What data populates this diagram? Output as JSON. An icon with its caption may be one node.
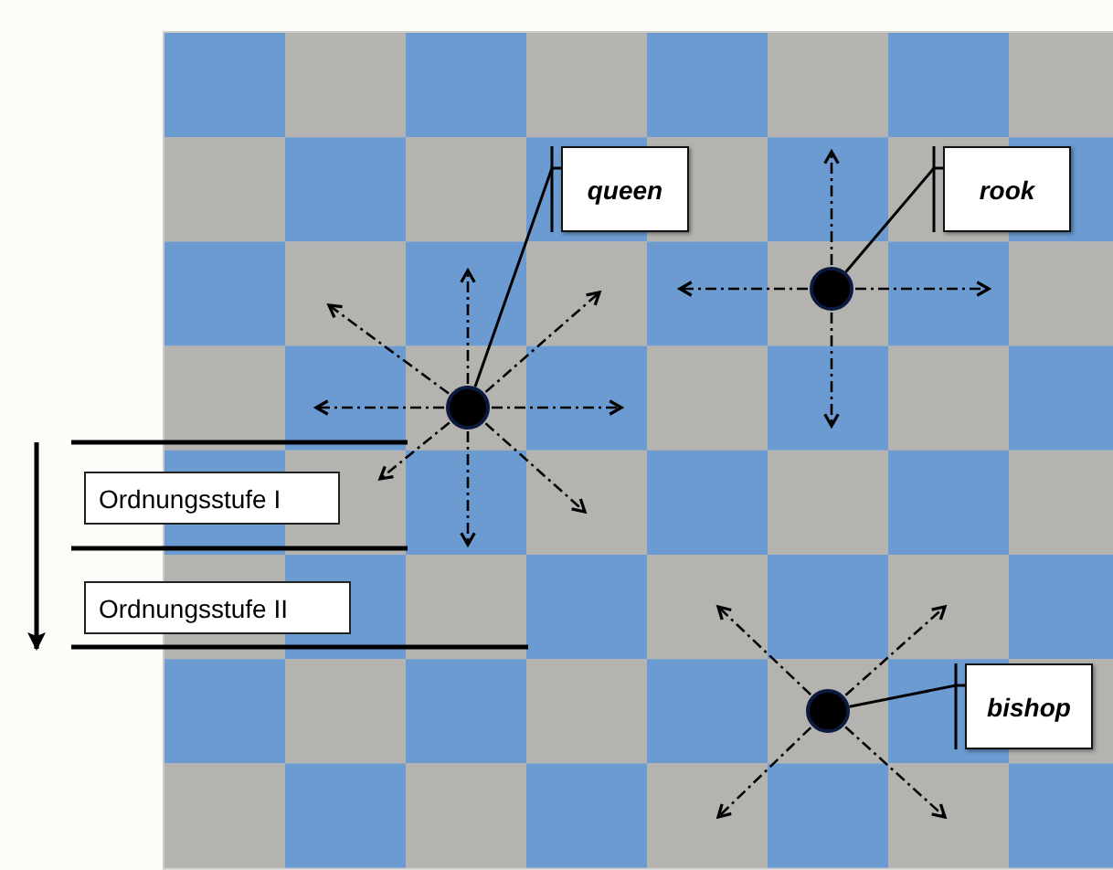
{
  "diagram": {
    "nodes": [
      {
        "text": [
          "queen"
        ]
      },
      {
        "text": [
          "rook"
        ]
      },
      {
        "text": [],
        "shape": "circle"
      },
      {
        "text": [],
        "shape": "circle"
      },
      {
        "text": [
          "Ordnungsstufe I"
        ]
      },
      {
        "text": [
          "Ordnungsstufe II"
        ]
      },
      {
        "text": [],
        "shape": "circle"
      },
      {
        "text": [
          "bishop"
        ]
      }
    ],
    "edges": [
      {
        "from": 0,
        "to": 2,
        "arrow": "none"
      },
      {
        "from": 1,
        "to": 3,
        "arrow": "none"
      },
      {
        "from": 7,
        "to": 6,
        "arrow": "none"
      }
    ]
  }
}
